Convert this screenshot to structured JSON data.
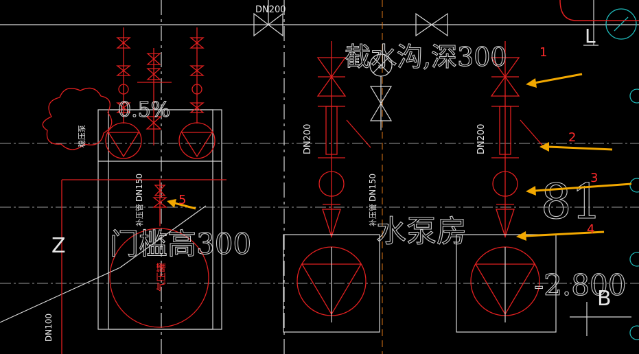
{
  "pipe_labels": {
    "top_dn200": "DN200",
    "left_dn200": "DN200",
    "right_dn200": "DN200",
    "dn150_left": "DN150",
    "dn150_left_prefix": "补压管",
    "dn150_mid": "DN150",
    "dn150_mid_prefix": "补压管",
    "dn100": "DN100"
  },
  "annotations": {
    "trench": "截水沟,深300",
    "threshold": "门槛高300",
    "pump_room": "水泵房",
    "elevation": "-2.800",
    "small_pump": "稳压泵",
    "small_pump_side": "0.5%",
    "tank_label": "气压罐",
    "digits_right": "81",
    "axis_b": "B",
    "axis_l": "L",
    "z_mark": "Z"
  },
  "markers": [
    {
      "id": "1",
      "label": "1"
    },
    {
      "id": "2",
      "label": "2"
    },
    {
      "id": "3",
      "label": "3"
    },
    {
      "id": "4",
      "label": "4"
    },
    {
      "id": "5",
      "label": "5"
    }
  ],
  "colors": {
    "background": "#000000",
    "linework": "#d8d8d8",
    "pipe_red": "#e02020",
    "axis_cyan": "#1fb7b7",
    "arrow_yellow": "#f2a800",
    "marker_red": "#ff2a2a"
  }
}
